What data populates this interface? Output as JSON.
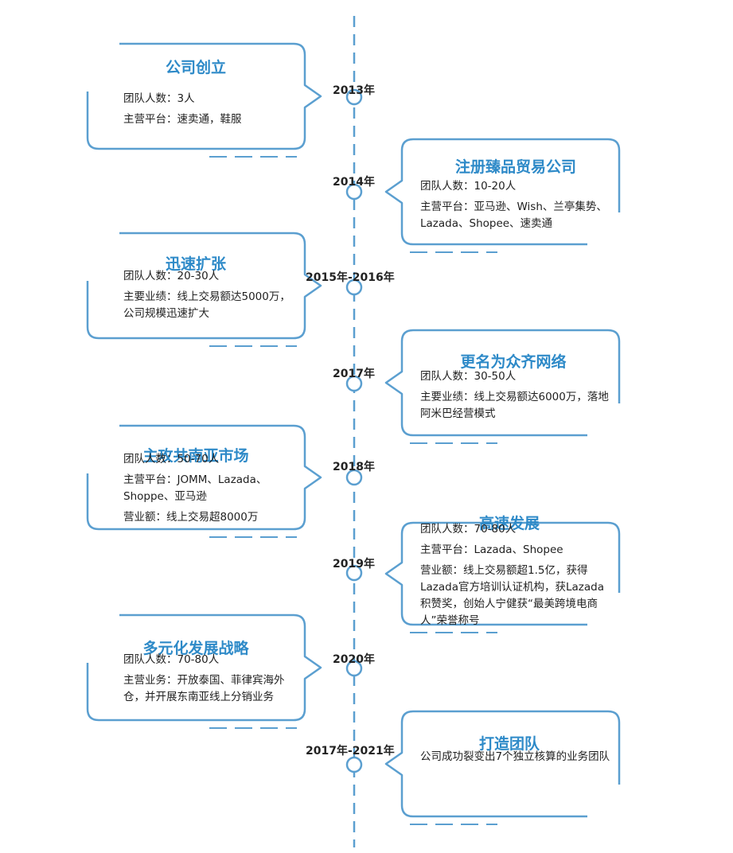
{
  "colors": {
    "accent": "#5b9fd0",
    "title": "#2e8ac8",
    "text": "#1f1f1f"
  },
  "milestones": [
    {
      "year": "2013年",
      "title": "公司创立",
      "lines": [
        "团队人数：3人",
        "主营平台：速卖通，鞋服"
      ]
    },
    {
      "year": "2014年",
      "title": "注册臻品贸易公司",
      "lines": [
        "团队人数：10-20人",
        "主营平台：亚马逊、Wish、兰亭集势、Lazada、Shopee、速卖通"
      ]
    },
    {
      "year": "2015年-2016年",
      "title": "迅速扩张",
      "lines": [
        "团队人数：20-30人",
        "主要业绩：线上交易额达5000万，公司规模迅速扩大"
      ]
    },
    {
      "year": "2017年",
      "title": "更名为众齐网络",
      "lines": [
        "团队人数：30-50人",
        "主要业绩：线上交易额达6000万，落地阿米巴经营模式"
      ]
    },
    {
      "year": "2018年",
      "title": "主攻共南亚市场",
      "lines": [
        "团队人数：50-70人",
        "主营平台：JOMM、Lazada、Shoppe、亚马逊",
        "营业额：线上交易超8000万"
      ]
    },
    {
      "year": "2019年",
      "title": "高速发展",
      "lines": [
        "团队人数：70-80人",
        "主营平台：Lazada、Shopee",
        "营业额：线上交易额超1.5亿，获得Lazada官方培训认证机构，获Lazada积赞奖，创始人宁健获“最美跨境电商人”荣誉称号"
      ]
    },
    {
      "year": "2020年",
      "title": "多元化发展战略",
      "lines": [
        "团队人数：70-80人",
        "主营业务：开放泰国、菲律宾海外仓，并开展东南亚线上分销业务"
      ]
    },
    {
      "year": "2017年-2021年",
      "title": "打造团队",
      "lines": [
        "公司成功裂变出7个独立核算的业务团队"
      ]
    }
  ]
}
